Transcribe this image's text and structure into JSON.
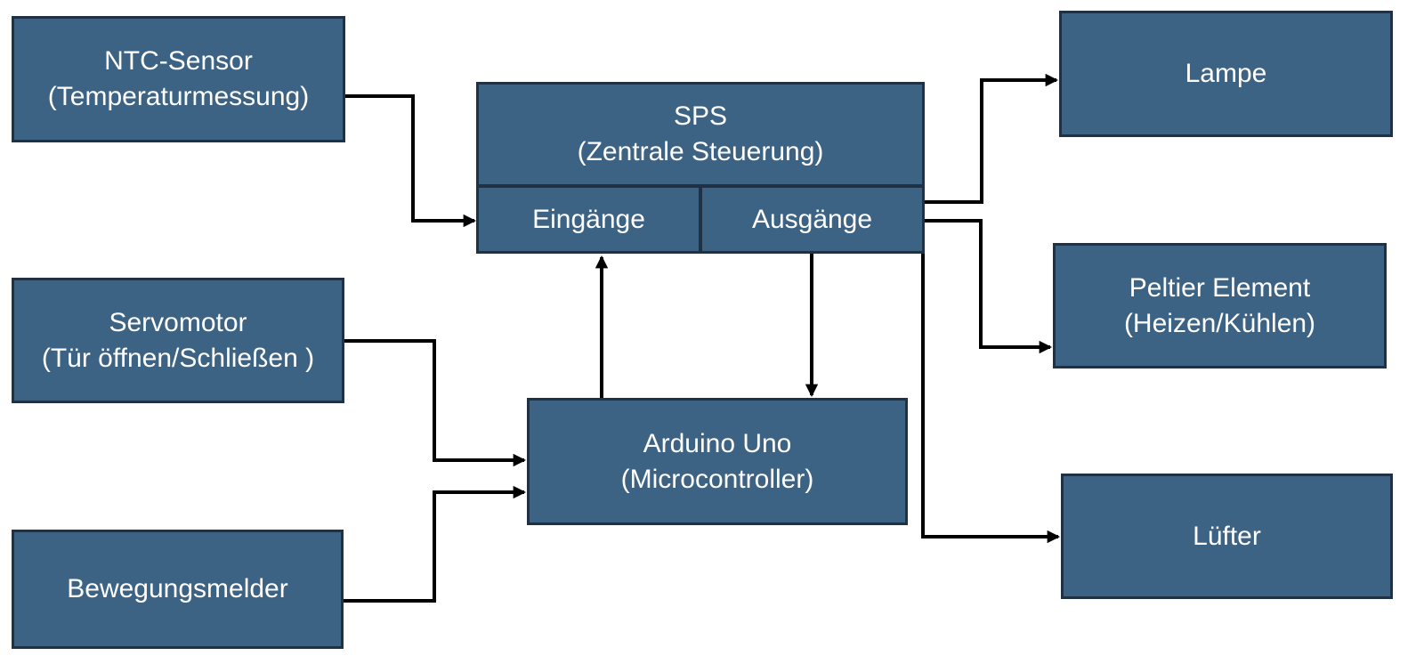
{
  "diagram_type": "block-diagram",
  "styles": {
    "node_fill": "#3c6284",
    "node_border": "#1f3245",
    "node_text": "#ffffff",
    "connector": "#000000",
    "background": "#ffffff"
  },
  "nodes": {
    "ntc_sensor": {
      "lines": [
        "NTC-Sensor",
        "(Temperaturmessung)"
      ]
    },
    "servomotor": {
      "lines": [
        "Servomotor",
        "(Tür öffnen/Schließen )"
      ]
    },
    "bewegungsmelder": {
      "lines": [
        "Bewegungsmelder"
      ]
    },
    "sps": {
      "lines": [
        "SPS",
        "(Zentrale Steuerung)"
      ],
      "inputs_label": "Eingänge",
      "outputs_label": "Ausgänge"
    },
    "arduino_uno": {
      "lines": [
        "Arduino Uno",
        "(Microcontroller)"
      ]
    },
    "lampe": {
      "lines": [
        "Lampe"
      ]
    },
    "peltier_element": {
      "lines": [
        "Peltier Element",
        "(Heizen/Kühlen)"
      ]
    },
    "luefter": {
      "lines": [
        "Lüfter"
      ]
    }
  },
  "connections": [
    {
      "from": "NTC-Sensor (Temperaturmessung)",
      "to": "SPS Eingänge"
    },
    {
      "from": "Servomotor (Tür öffnen/Schließen )",
      "to": "Arduino Uno (Microcontroller)"
    },
    {
      "from": "Bewegungsmelder",
      "to": "Arduino Uno (Microcontroller)"
    },
    {
      "from": "Arduino Uno (Microcontroller)",
      "to": "SPS Eingänge"
    },
    {
      "from": "SPS Ausgänge",
      "to": "Arduino Uno (Microcontroller)"
    },
    {
      "from": "SPS Ausgänge",
      "to": "Lampe"
    },
    {
      "from": "SPS Ausgänge",
      "to": "Peltier Element (Heizen/Kühlen)"
    },
    {
      "from": "SPS Ausgänge",
      "to": "Lüfter"
    }
  ]
}
